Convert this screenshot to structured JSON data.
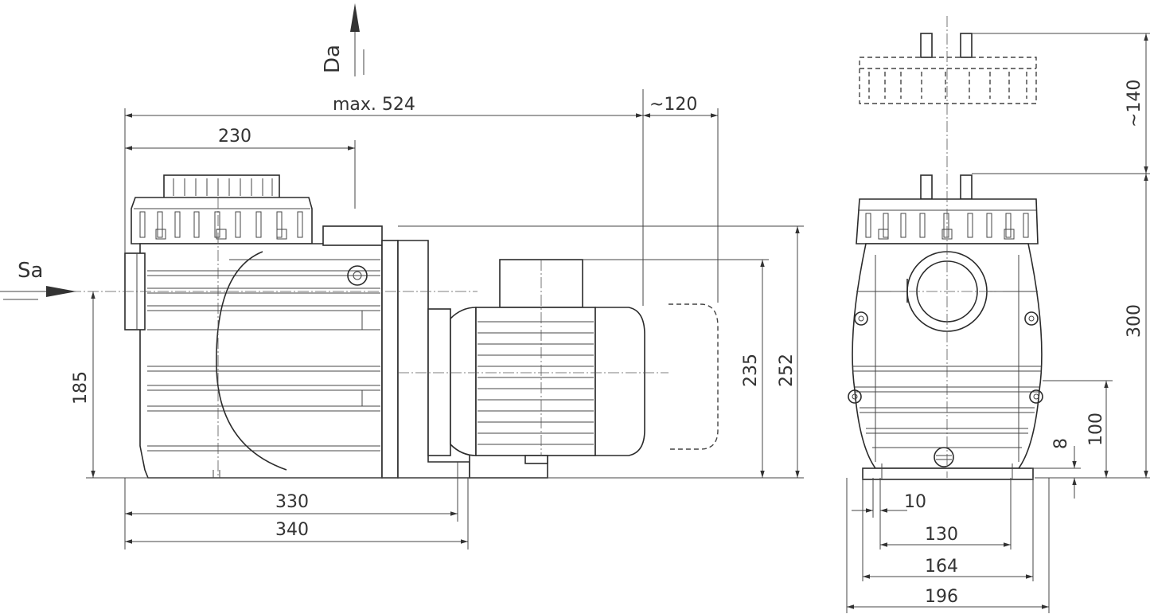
{
  "labels": {
    "discharge": "Da",
    "suction": "Sa",
    "max_length": "max. 524",
    "motor_clearance": "~120",
    "inlet_offset": "230",
    "suction_height": "185",
    "outlet_height": "235",
    "total_height": "252",
    "foot_length_inner": "330",
    "foot_length_outer": "340",
    "lid_clearance": "~140",
    "side_height": "300",
    "drain_height": "100",
    "foot_thickness": "8",
    "foot_edge": "10",
    "foot_holes": "130",
    "foot_width": "164",
    "total_width": "196"
  }
}
